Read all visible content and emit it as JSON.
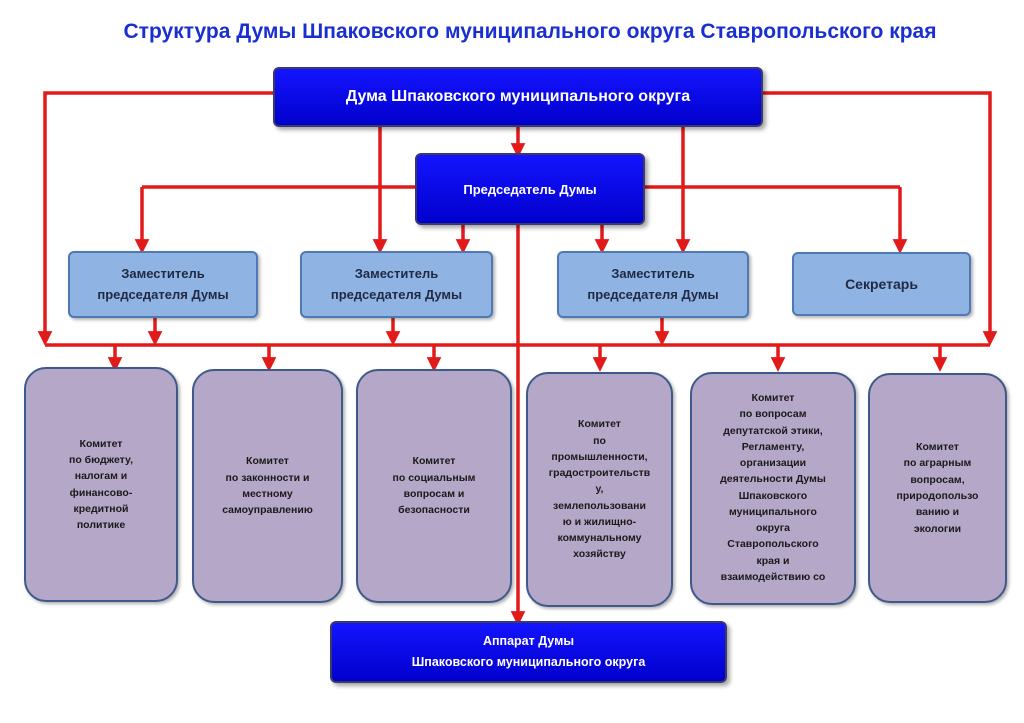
{
  "title": "Структура Думы Шпаковского муниципального округа Ставропольского края",
  "colors": {
    "arrow": "#e21a1a",
    "dark_box": "#0a0ae8",
    "light_box": "#8fb4e3",
    "committee_box": "#b4a7c7",
    "title": "#1a2fd0"
  },
  "duma": "Дума Шпаковского муниципального округа",
  "chairman": "Председатель Думы",
  "deputies": [
    "Заместитель\nпредседателя Думы",
    "Заместитель\nпредседателя Думы",
    "Заместитель\nпредседателя Думы"
  ],
  "secretary": "Секретарь",
  "committees": [
    "Комитет\nпо бюджету,\nналогам и\nфинансово-\nкредитной\nполитике",
    "Комитет\nпо законности и\nместному\nсамоуправлению",
    "Комитет\nпо социальным\nвопросам и\nбезопасности",
    "Комитет\nпо\nпромышленности,\nградостроительств\nу,\nземлепользовани\nю и жилищно-\nкоммунальному\nхозяйству",
    "Комитет\nпо вопросам\nдепутатской этики,\nРегламенту,\nорганизации\nдеятельности Думы\nШпаковского\nмуниципального\nокруга\nСтавропольского\nкрая и\nвзаимодействию со",
    "Комитет\nпо аграрным\nвопросам,\nприродопользо\nванию и\nэкологии"
  ],
  "apparatus": "Аппарат Думы\nШпаковского муниципального округа"
}
